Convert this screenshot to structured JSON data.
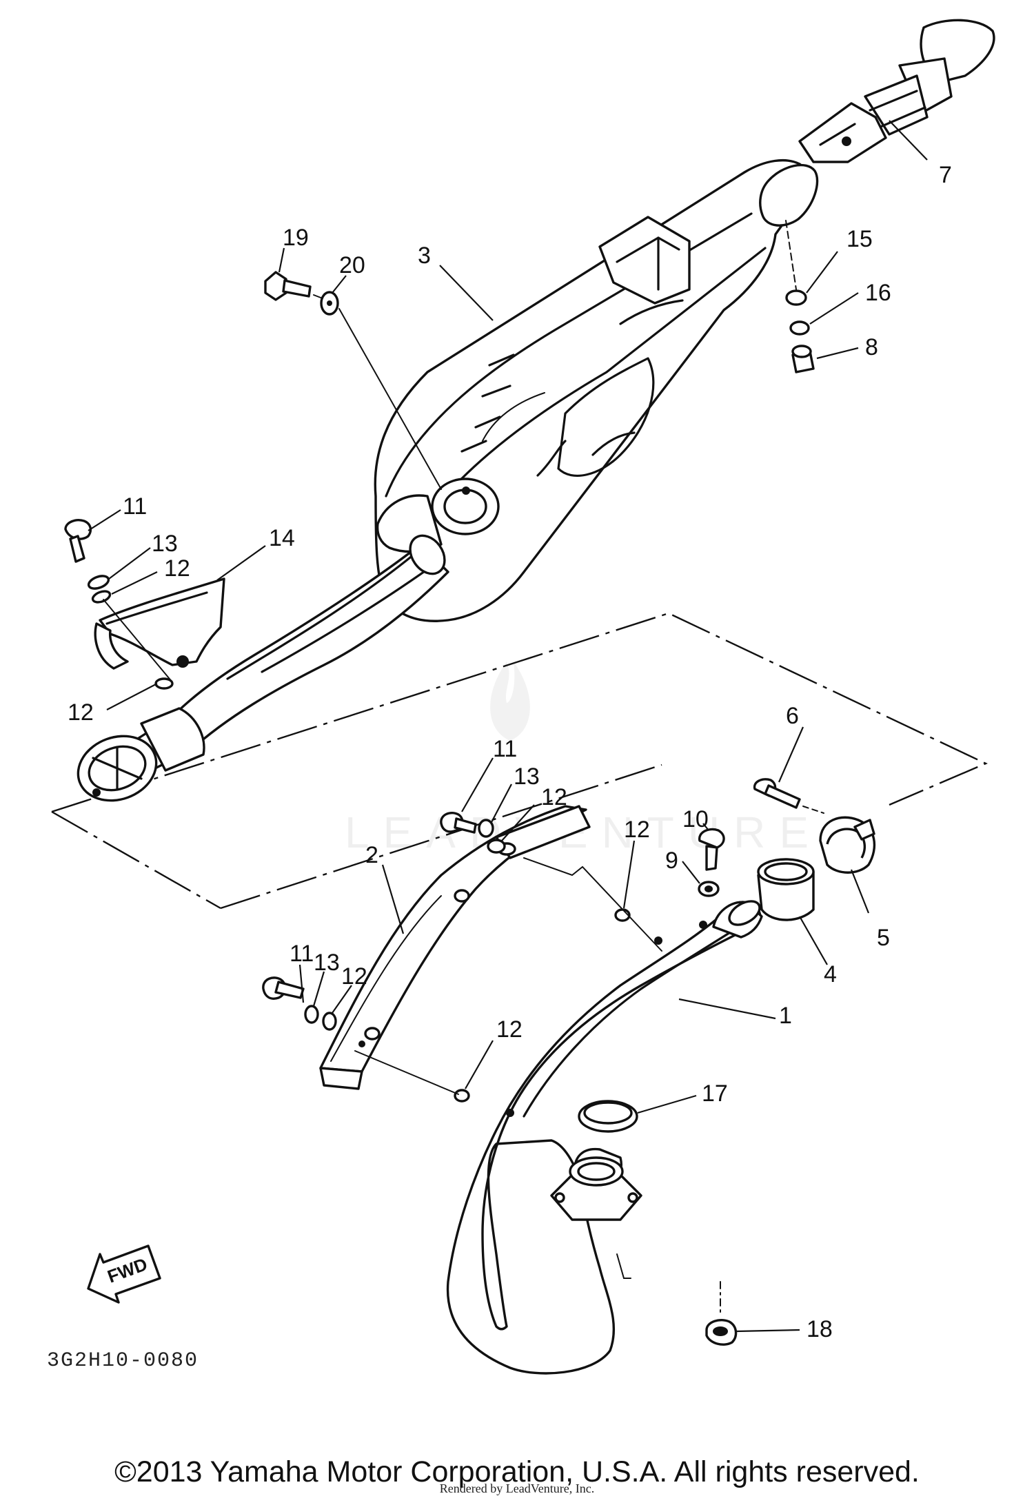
{
  "watermark": "LEADVENTURE",
  "fwd_label": "FWD",
  "diagram_code": "3G2H10-0080",
  "copyright": "©2013 Yamaha Motor Corporation, U.S.A. All rights reserved.",
  "rendered_by": "Rendered by LeadVenture, Inc.",
  "callouts": [
    {
      "id": "c7",
      "label": "7"
    },
    {
      "id": "c15",
      "label": "15"
    },
    {
      "id": "c16",
      "label": "16"
    },
    {
      "id": "c8",
      "label": "8"
    },
    {
      "id": "c3",
      "label": "3"
    },
    {
      "id": "c19",
      "label": "19"
    },
    {
      "id": "c20",
      "label": "20"
    },
    {
      "id": "c11a",
      "label": "11"
    },
    {
      "id": "c13a",
      "label": "13"
    },
    {
      "id": "c12a",
      "label": "12"
    },
    {
      "id": "c14",
      "label": "14"
    },
    {
      "id": "c12b",
      "label": "12"
    },
    {
      "id": "c6",
      "label": "6"
    },
    {
      "id": "c11b",
      "label": "11"
    },
    {
      "id": "c13b",
      "label": "13"
    },
    {
      "id": "c12c",
      "label": "12"
    },
    {
      "id": "c12d",
      "label": "12"
    },
    {
      "id": "c10",
      "label": "10"
    },
    {
      "id": "c9",
      "label": "9"
    },
    {
      "id": "c2",
      "label": "2"
    },
    {
      "id": "c5",
      "label": "5"
    },
    {
      "id": "c4",
      "label": "4"
    },
    {
      "id": "c11c",
      "label": "11"
    },
    {
      "id": "c13c",
      "label": "13"
    },
    {
      "id": "c12e",
      "label": "12"
    },
    {
      "id": "c1",
      "label": "1"
    },
    {
      "id": "c12f",
      "label": "12"
    },
    {
      "id": "c17",
      "label": "17"
    },
    {
      "id": "c18",
      "label": "18"
    }
  ]
}
